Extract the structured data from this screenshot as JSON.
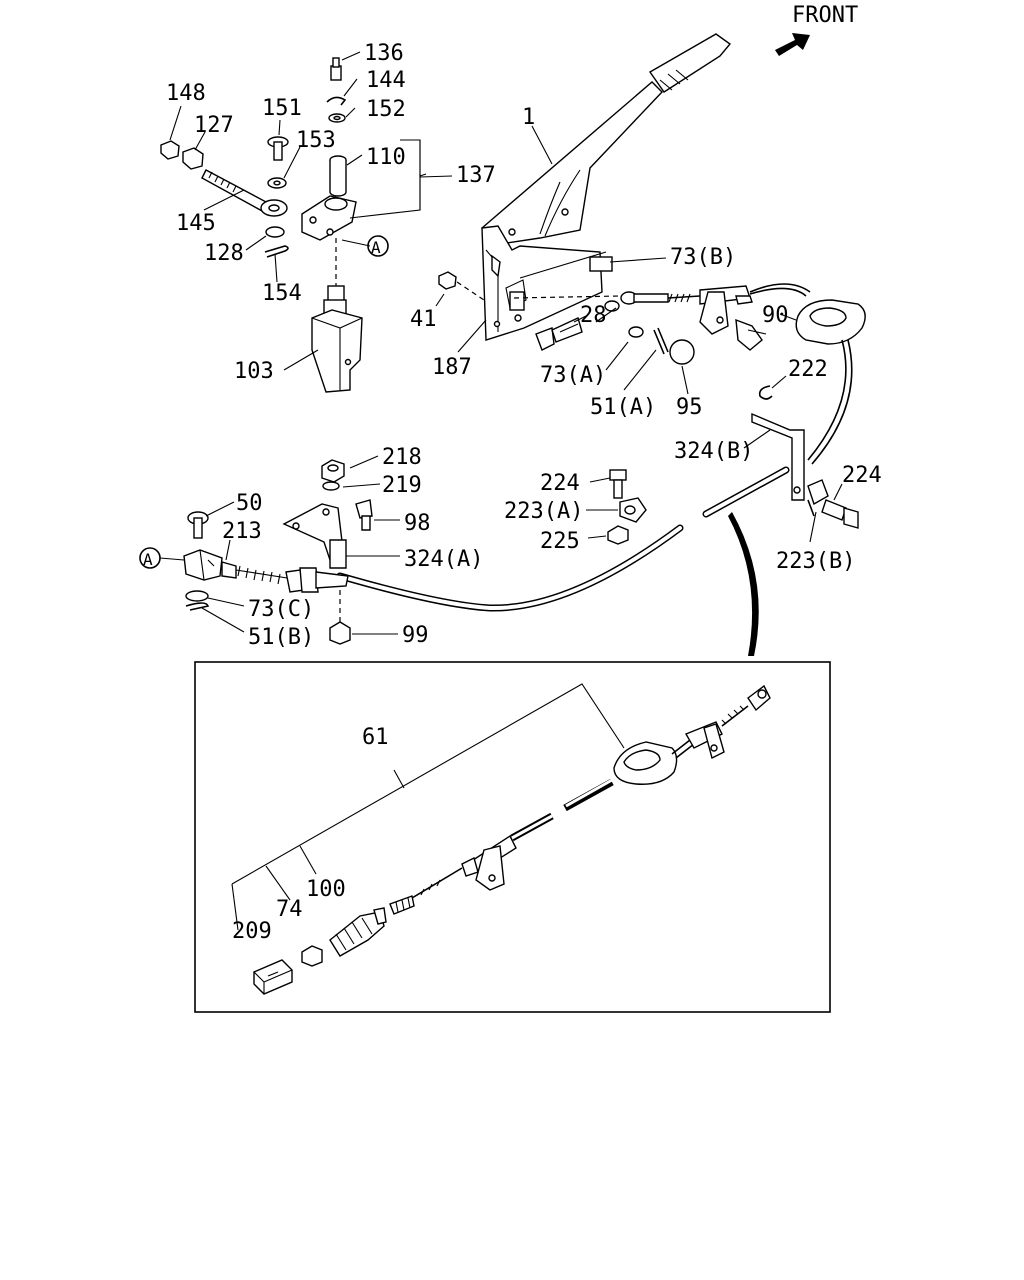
{
  "diagram": {
    "front_label": "FRONT",
    "circle_marker": "A",
    "labels": [
      "136",
      "144",
      "148",
      "151",
      "152",
      "127",
      "153",
      "110",
      "137",
      "145",
      "128",
      "154",
      "103",
      "1",
      "73(B)",
      "41",
      "28",
      "90",
      "187",
      "73(A)",
      "51(A)",
      "95",
      "222",
      "324(B)",
      "218",
      "219",
      "224",
      "224",
      "50",
      "98",
      "223(A)",
      "213",
      "324(A)",
      "225",
      "223(B)",
      "73(C)",
      "51(B)",
      "99",
      "61",
      "100",
      "74",
      "209"
    ],
    "colors": {
      "line": "#000000",
      "background": "#ffffff"
    },
    "icons": [
      "front-arrow-icon"
    ]
  }
}
